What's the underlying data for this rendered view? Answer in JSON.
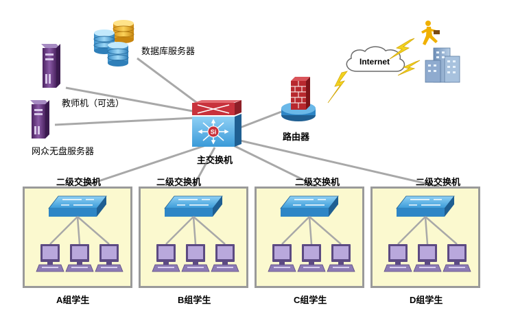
{
  "labels": {
    "db_server": "数据库服务器",
    "teacher": "教师机（可选）",
    "diskless": "网众无盘服务器",
    "router": "路由器",
    "main_switch": "主交换机",
    "internet": "Internet",
    "main_switch_badge": "Si"
  },
  "groups": [
    {
      "switch_label": "二级交换机",
      "name": "A组学生"
    },
    {
      "switch_label": "二级交换机",
      "name": "B组学生"
    },
    {
      "switch_label": "二级交换机",
      "name": "C组学生"
    },
    {
      "switch_label": "二级交换机",
      "name": "D组学生"
    }
  ],
  "colors": {
    "link": "#a8a8a8",
    "group_fill": "#fbf9cf",
    "group_border": "#9a9a9a",
    "switch_blue": "#2e86c6",
    "switch_red": "#c8323c",
    "server_purple": "#6b3b82",
    "monitor_purple": "#9b8bc2",
    "lightning": "#f2d21f"
  }
}
